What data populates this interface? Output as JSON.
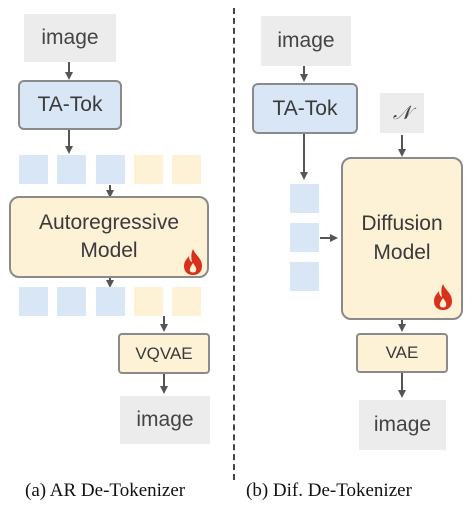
{
  "left": {
    "input_label": "image",
    "tokenizer_label": "TA-Tok",
    "model_line1": "Autoregressive",
    "model_line2": "Model",
    "decoder_label": "VQVAE",
    "output_label": "image",
    "caption": "(a) AR De-Tokenizer"
  },
  "right": {
    "input_label": "image",
    "tokenizer_label": "TA-Tok",
    "noise_label": "𝒩",
    "model_line1": "Diffusion",
    "model_line2": "Model",
    "decoder_label": "VAE",
    "output_label": "image",
    "caption": "(b) Dif. De-Tokenizer"
  },
  "colors": {
    "tokenizer_fill": "#d8e6f6",
    "model_fill": "#fdf1d6",
    "io_fill": "#ececec",
    "border": "#8a8a8a",
    "flame": "#d9301c"
  },
  "icons": {
    "trainable": "flame-icon"
  }
}
